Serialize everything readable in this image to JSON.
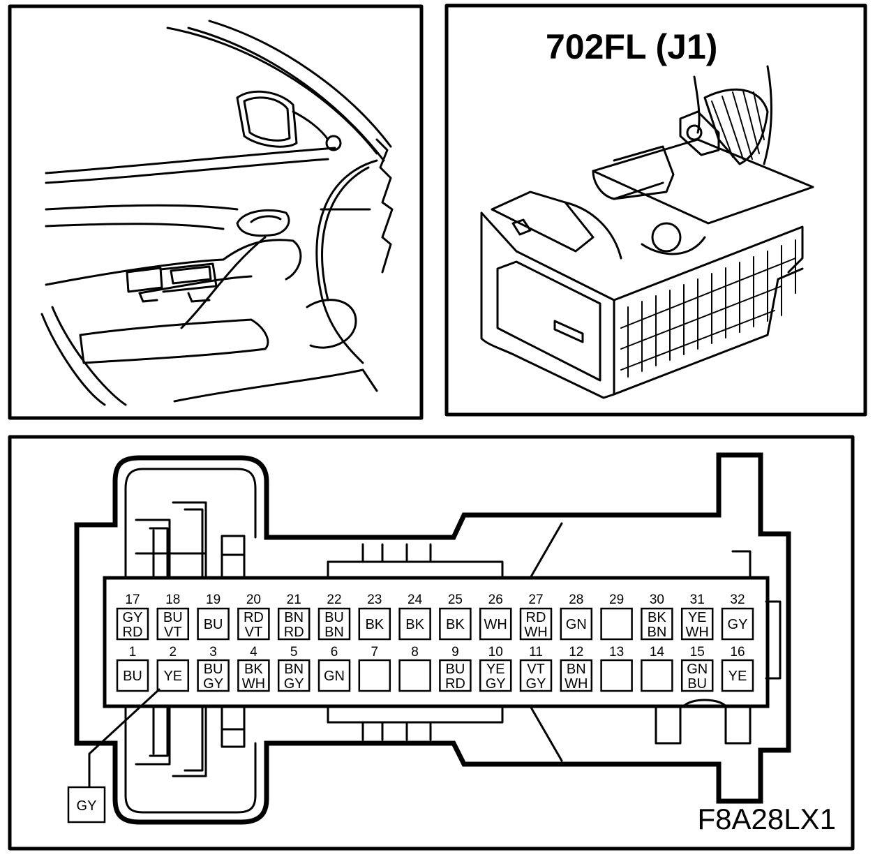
{
  "connector_title": "702FL (J1)",
  "figure_code": "F8A28LX1",
  "extra_wire": {
    "pin": 2,
    "color": "GY"
  },
  "pins_top": [
    {
      "num": "17",
      "color": [
        "GY",
        "RD"
      ]
    },
    {
      "num": "18",
      "color": [
        "BU",
        "VT"
      ]
    },
    {
      "num": "19",
      "color": [
        "BU"
      ]
    },
    {
      "num": "20",
      "color": [
        "RD",
        "VT"
      ]
    },
    {
      "num": "21",
      "color": [
        "BN",
        "RD"
      ]
    },
    {
      "num": "22",
      "color": [
        "BU",
        "BN"
      ]
    },
    {
      "num": "23",
      "color": [
        "BK"
      ]
    },
    {
      "num": "24",
      "color": [
        "BK"
      ]
    },
    {
      "num": "25",
      "color": [
        "BK"
      ]
    },
    {
      "num": "26",
      "color": [
        "WH"
      ]
    },
    {
      "num": "27",
      "color": [
        "RD",
        "WH"
      ]
    },
    {
      "num": "28",
      "color": [
        "GN"
      ]
    },
    {
      "num": "29",
      "color": []
    },
    {
      "num": "30",
      "color": [
        "BK",
        "BN"
      ]
    },
    {
      "num": "31",
      "color": [
        "YE",
        "WH"
      ]
    },
    {
      "num": "32",
      "color": [
        "GY"
      ]
    }
  ],
  "pins_bottom": [
    {
      "num": "1",
      "color": [
        "BU"
      ]
    },
    {
      "num": "2",
      "color": [
        "YE"
      ]
    },
    {
      "num": "3",
      "color": [
        "BU",
        "GY"
      ]
    },
    {
      "num": "4",
      "color": [
        "BK",
        "WH"
      ]
    },
    {
      "num": "5",
      "color": [
        "BN",
        "GY"
      ]
    },
    {
      "num": "6",
      "color": [
        "GN"
      ]
    },
    {
      "num": "7",
      "color": []
    },
    {
      "num": "8",
      "color": []
    },
    {
      "num": "9",
      "color": [
        "BU",
        "RD"
      ]
    },
    {
      "num": "10",
      "color": [
        "YE",
        "GY"
      ]
    },
    {
      "num": "11",
      "color": [
        "VT",
        "GY"
      ]
    },
    {
      "num": "12",
      "color": [
        "BN",
        "WH"
      ]
    },
    {
      "num": "13",
      "color": []
    },
    {
      "num": "14",
      "color": []
    },
    {
      "num": "15",
      "color": [
        "GN",
        "BU"
      ]
    },
    {
      "num": "16",
      "color": [
        "YE"
      ]
    }
  ]
}
